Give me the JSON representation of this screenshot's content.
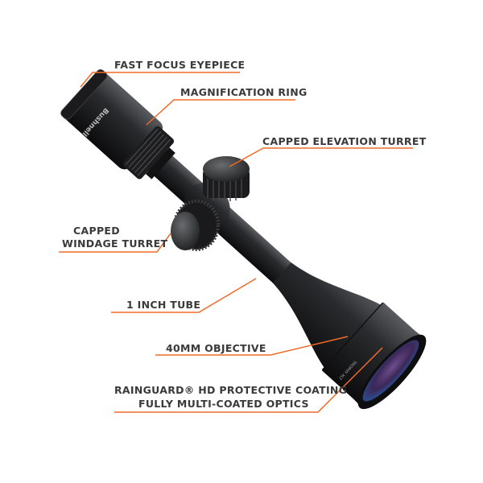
{
  "accent_color": "#f06a28",
  "brand_marking": "Bushnell",
  "model_marking": "TROPHY XLT",
  "callouts": {
    "eyepiece": "FAST FOCUS EYEPIECE",
    "magnification": "MAGNIFICATION RING",
    "elevation": "CAPPED ELEVATION TURRET",
    "windage_line1": "CAPPED",
    "windage_line2": "WINDAGE TURRET",
    "tube": "1 INCH TUBE",
    "objective": "40MM OBJECTIVE",
    "coating_line1": "RAINGUARD® HD  PROTECTIVE COATING",
    "coating_line2": "FULLY MULTI-COATED OPTICS"
  }
}
